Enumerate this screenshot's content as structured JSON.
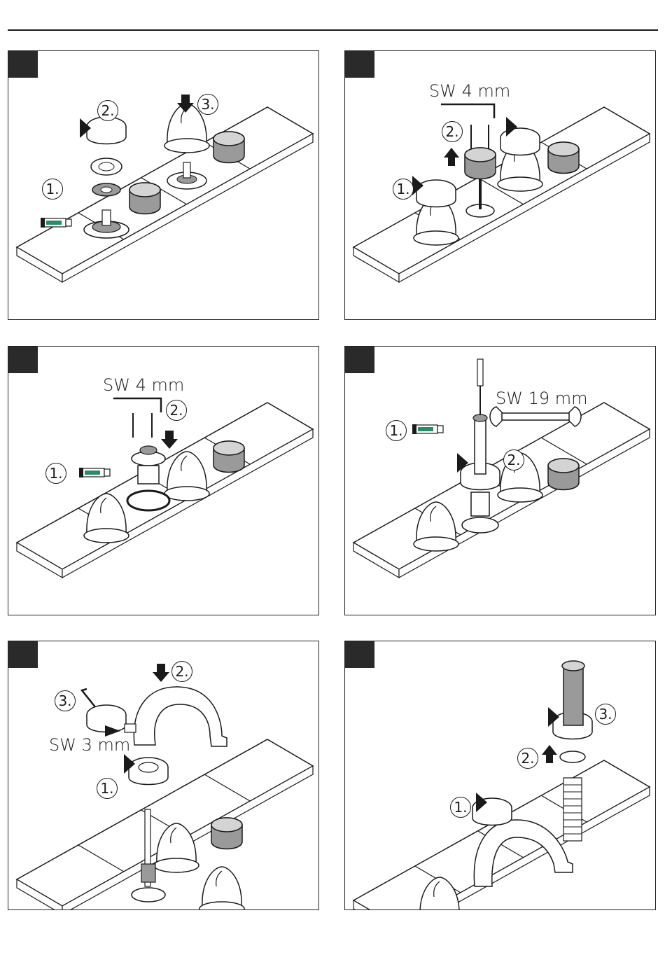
{
  "panels": [
    {
      "labels": {
        "n1": "1.",
        "n2": "2.",
        "n3": "3."
      }
    },
    {
      "labels": {
        "tool": "SW 4 mm",
        "n1": "1.",
        "n2": "2."
      }
    },
    {
      "labels": {
        "tool": "SW 4 mm",
        "n1": "1.",
        "n2": "2."
      }
    },
    {
      "labels": {
        "tool": "SW 19 mm",
        "n1": "1.",
        "n2": "2."
      }
    },
    {
      "labels": {
        "tool": "SW 3 mm",
        "n1": "1.",
        "n2": "2.",
        "n3": "3."
      }
    },
    {
      "labels": {
        "n1": "1.",
        "n2": "2.",
        "n3": "3."
      }
    }
  ],
  "colors": {
    "line": "#1a1a1a",
    "step_tab": "#2a2a2a",
    "shade": "#9a9a9a",
    "grease_tube": "#2a8a6a"
  }
}
